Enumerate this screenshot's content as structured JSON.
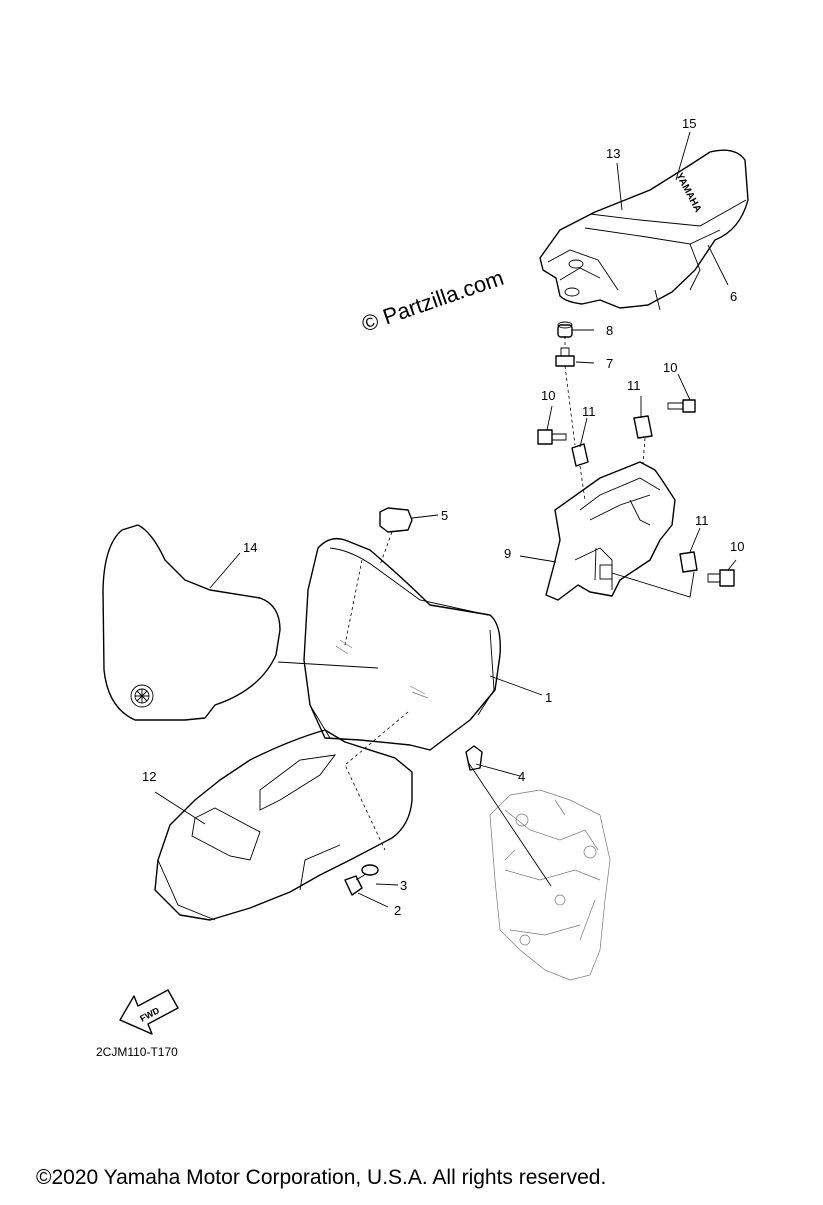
{
  "diagram": {
    "watermark": "© Partzilla.com",
    "diagram_code": "2CJM110-T170",
    "fwd_label": "FWD",
    "brand_text": "YAMAHA",
    "copyright": "©2020 Yamaha Motor Corporation, U.S.A. All rights reserved.",
    "callouts": {
      "c1": "1",
      "c2": "2",
      "c3": "3",
      "c4": "4",
      "c5": "5",
      "c6": "6",
      "c7": "7",
      "c8": "8",
      "c9": "9",
      "c10a": "10",
      "c10b": "10",
      "c10c": "10",
      "c11a": "11",
      "c11b": "11",
      "c11c": "11",
      "c12": "12",
      "c13": "13",
      "c14": "14",
      "c15": "15"
    }
  }
}
